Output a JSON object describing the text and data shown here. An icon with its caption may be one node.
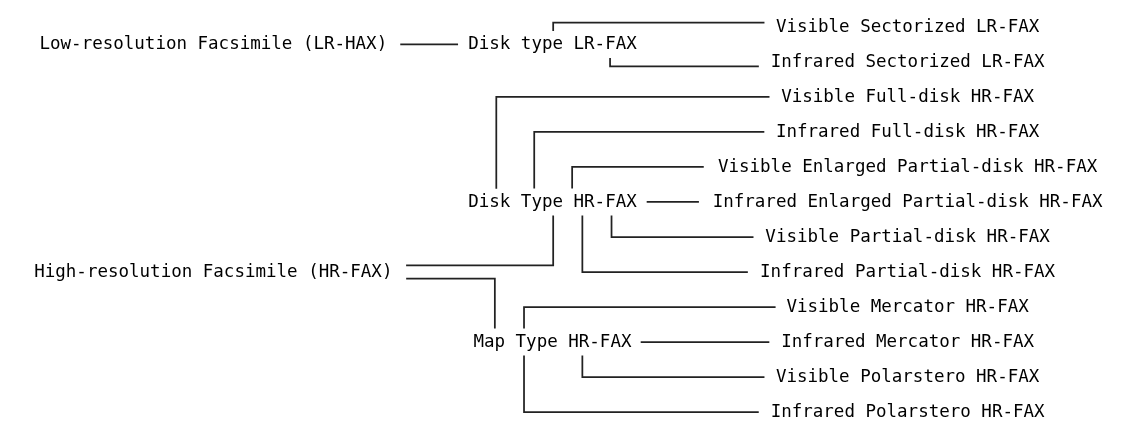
{
  "diagram": {
    "nodes": [
      {
        "text": [
          "High-resolution Facsimile (HR-FAX)"
        ]
      },
      {
        "text": [
          "Disk Type HR-FAX"
        ]
      },
      {
        "text": [
          "Visible Full-disk HR-FAX"
        ]
      },
      {
        "text": [
          "Infrared Full-disk HR-FAX"
        ]
      },
      {
        "text": [
          "Visible Enlarged Partial-disk HR-FAX"
        ]
      },
      {
        "text": [
          "Infrared Enlarged Partial-disk HR-FAX"
        ]
      },
      {
        "text": [
          "Visible Partial-disk HR-FAX"
        ]
      },
      {
        "text": [
          "Infrared Partial-disk HR-FAX"
        ]
      },
      {
        "text": [
          "Map Type HR-FAX"
        ]
      },
      {
        "text": [
          "Visible Mercator HR-FAX"
        ]
      },
      {
        "text": [
          "Infrared Mercator HR-FAX"
        ]
      },
      {
        "text": [
          "Visible Polarstero HR-FAX"
        ]
      },
      {
        "text": [
          "Infrared Polarstero HR-FAX"
        ]
      },
      {
        "text": [
          "Low-resolution Facsimile (LR-HAX)"
        ]
      },
      {
        "text": [
          "Disk type LR-FAX"
        ]
      },
      {
        "text": [
          "Visible Sectorized LR-FAX"
        ]
      },
      {
        "text": [
          "Infrared Sectorized LR-FAX"
        ]
      }
    ],
    "edges": [
      {
        "from": 0,
        "to": 1,
        "arrow": "none"
      },
      {
        "from": 0,
        "to": 8,
        "arrow": "none"
      },
      {
        "from": 1,
        "to": 2,
        "arrow": "none"
      },
      {
        "from": 1,
        "to": 3,
        "arrow": "none"
      },
      {
        "from": 1,
        "to": 4,
        "arrow": "none"
      },
      {
        "from": 1,
        "to": 5,
        "arrow": "none"
      },
      {
        "from": 1,
        "to": 6,
        "arrow": "none"
      },
      {
        "from": 1,
        "to": 7,
        "arrow": "none"
      },
      {
        "from": 8,
        "to": 9,
        "arrow": "none"
      },
      {
        "from": 8,
        "to": 10,
        "arrow": "none"
      },
      {
        "from": 8,
        "to": 11,
        "arrow": "none"
      },
      {
        "from": 8,
        "to": 12,
        "arrow": "none"
      },
      {
        "from": 13,
        "to": 14,
        "arrow": "none"
      },
      {
        "from": 14,
        "to": 15,
        "arrow": "none"
      },
      {
        "from": 14,
        "to": 16,
        "arrow": "none"
      }
    ]
  }
}
